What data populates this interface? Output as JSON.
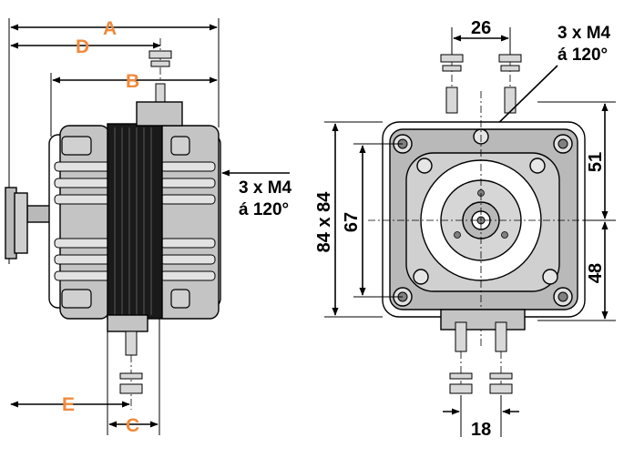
{
  "colors": {
    "label_orange": "#F08A3C",
    "metal_gray": "#B9B9B9",
    "dark_gray": "#808080",
    "coil_black": "#1A1A1A"
  },
  "side_view": {
    "dim_a": "A",
    "dim_b": "B",
    "dim_c": "C",
    "dim_d": "D",
    "dim_e": "E",
    "note_line1": "3 x M4",
    "note_line2": "á 120°"
  },
  "front_view": {
    "dim_26": "26",
    "dim_18": "18",
    "dim_84x84": "84 x 84",
    "dim_67": "67",
    "dim_51": "51",
    "dim_48": "48",
    "note_line1": "3 x M4",
    "note_line2": "á 120°"
  }
}
